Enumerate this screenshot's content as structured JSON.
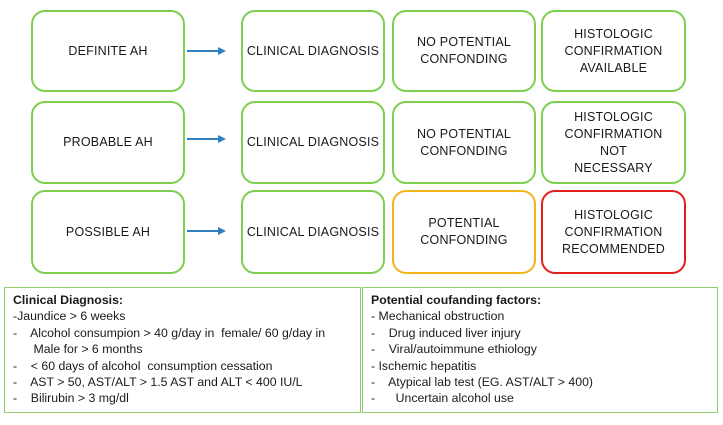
{
  "rows": [
    {
      "category": "DEFINITE AH",
      "diagnosis": "CLINICAL DIAGNOSIS",
      "confounding": "NO POTENTIAL CONFONDING",
      "histology": "HISTOLOGIC CONFIRMATION AVAILABLE"
    },
    {
      "category": "PROBABLE AH",
      "diagnosis": "CLINICAL DIAGNOSIS",
      "confounding": "NO POTENTIAL CONFONDING",
      "histology": "HISTOLOGIC CONFIRMATION NOT NECESSARY"
    },
    {
      "category": "POSSIBLE AH",
      "diagnosis": "CLINICAL DIAGNOSIS",
      "confounding": "POTENTIAL CONFONDING",
      "histology": "HISTOLOGIC CONFIRMATION RECOMMENDED"
    }
  ],
  "colors": {
    "box_border": "#7ccf4f",
    "potential_confounding_border": "#f3b31c",
    "recommended_border": "#e0221e",
    "arrow": "#2f7fc1",
    "legend_border": "#8fce6e"
  },
  "clinical_diagnosis": {
    "title": "Clinical Diagnosis:",
    "lines": [
      "-Jaundice > 6 weeks",
      "-    Alcohol consumpion > 40 g/day in  female/ 60 g/day in",
      "      Male for > 6 months",
      "-    < 60 days of alcohol  consumption cessation",
      "-    AST > 50, AST/ALT > 1.5 AST and ALT < 400 IU/L",
      "-    Bilirubin > 3 mg/dl"
    ]
  },
  "confounding_factors": {
    "title": "Potential coufanding factors:",
    "lines": [
      "- Mechanical obstruction",
      "-    Drug induced liver injury",
      "-    Viral/autoimmune ethiology",
      "- Ischemic hepatitis",
      "-    Atypical lab test (EG. AST/ALT > 400)",
      "-      Uncertain alcohol use"
    ]
  }
}
